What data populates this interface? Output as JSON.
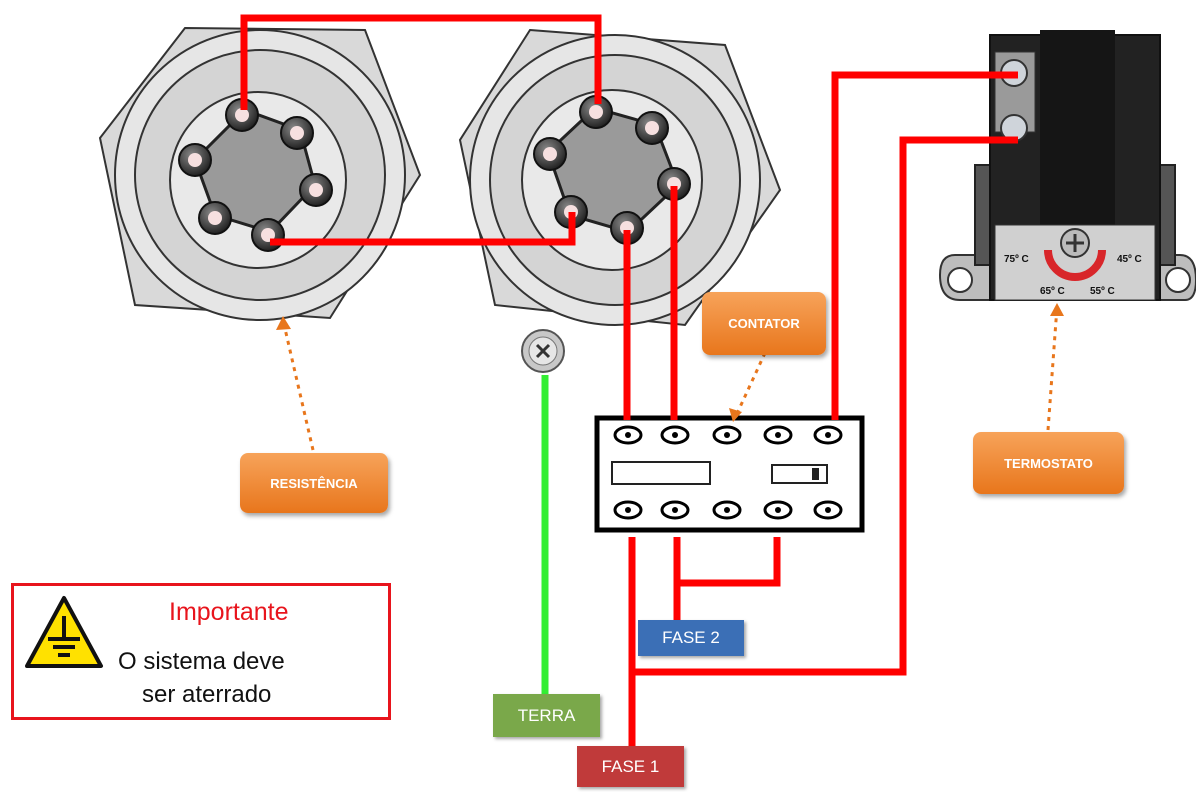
{
  "labels": {
    "resistencia": "RESISTÊNCIA",
    "contator": "CONTATOR",
    "termostato": "TERMOSTATO"
  },
  "wires": {
    "fase2": "FASE 2",
    "terra": "TERRA",
    "fase1": "FASE 1"
  },
  "warning": {
    "title": "Importante",
    "line1": "O sistema deve",
    "line2": "ser aterrado",
    "icon": "ground-warning-icon"
  },
  "thermostat": {
    "temps": [
      "75º C",
      "45º C",
      "65º C",
      "55º C"
    ]
  },
  "colors": {
    "wire_phase": "#ff0000",
    "wire_ground": "#33ee33",
    "label_orange": "#ee7d22",
    "fase2": "#3b6fb6",
    "terra": "#7aa84a",
    "fase1": "#c03a3a",
    "warning_border": "#e8141c"
  }
}
